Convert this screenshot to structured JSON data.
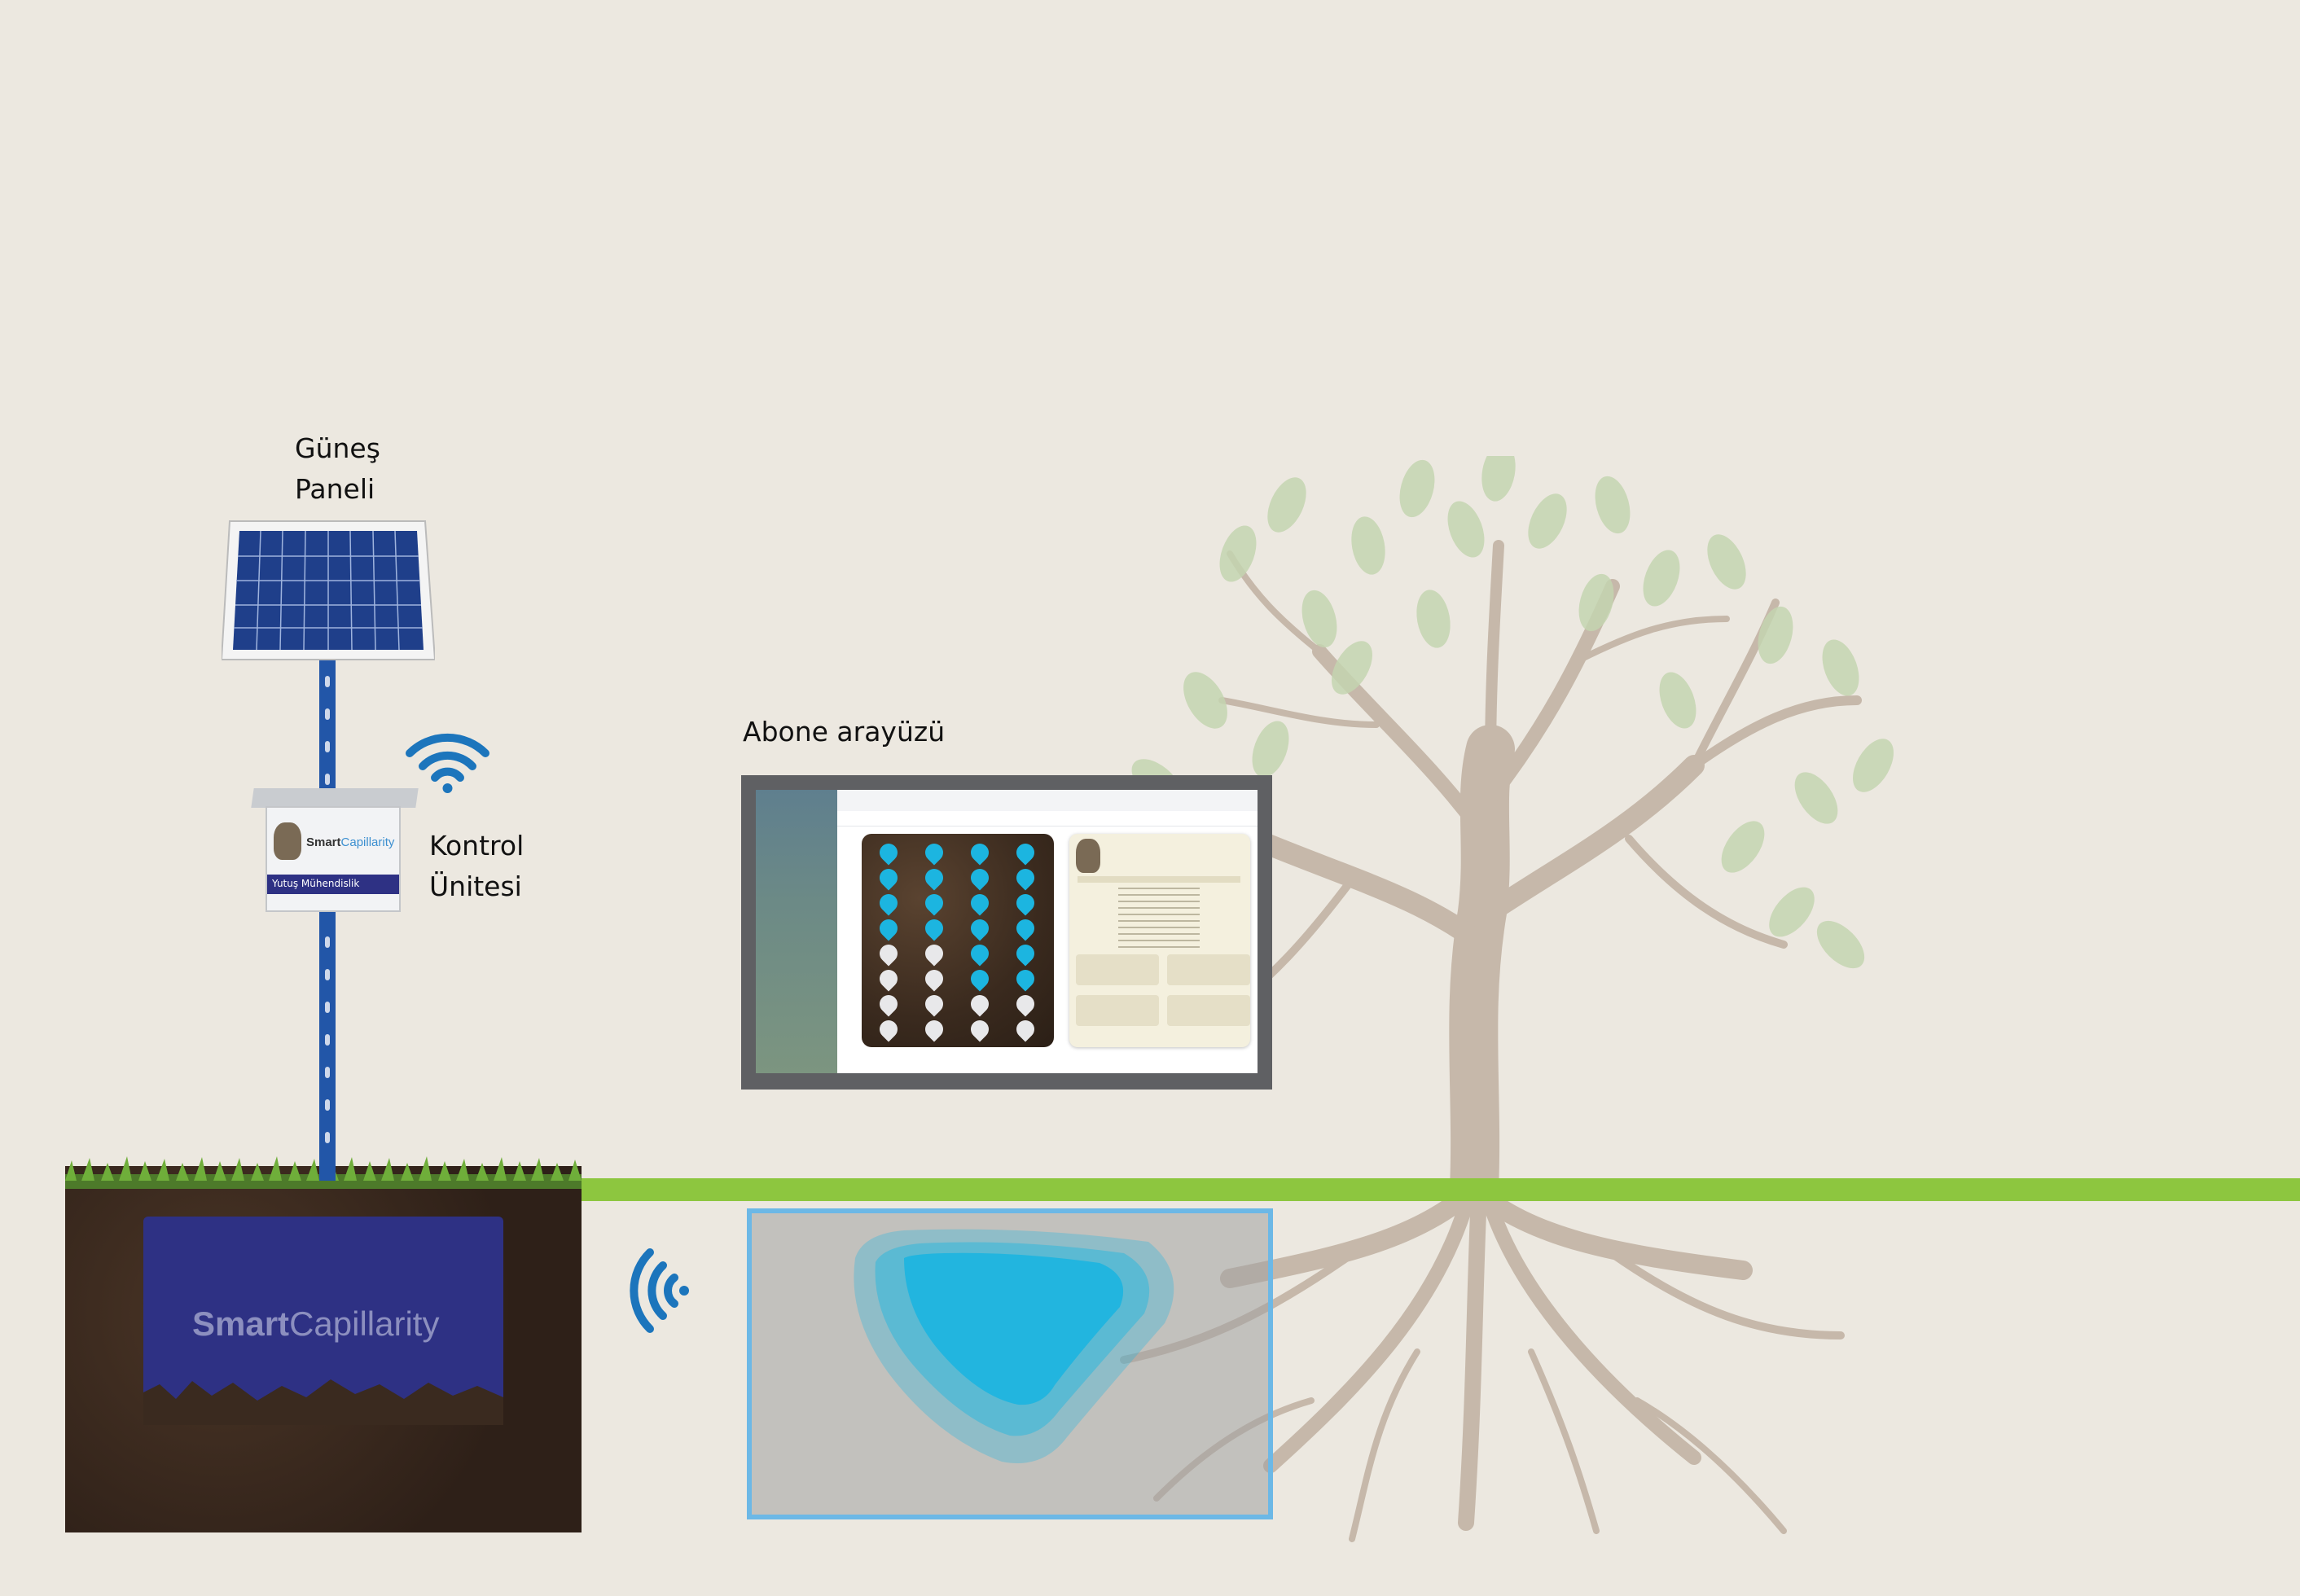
{
  "labels": {
    "solar_panel": "Güneş Paneli",
    "control_unit": "Kontrol Ünitesi",
    "subscriber_ui": "Abone arayüzü"
  },
  "brand": {
    "name_bold": "Smart",
    "name_light": "Capillarity",
    "maker": "Yutuş Mühendislik"
  },
  "icons": {
    "upper_wireless": "wifi-icon",
    "lower_wireless": "wireless-signal-icon"
  },
  "colors": {
    "background": "#ECE8E0",
    "ground_line": "#8DC63F",
    "soil": "#3B2A1F",
    "sensor_box": "#2E3184",
    "wifi_blue": "#1C75BC",
    "water_blue": "#1CB5E0",
    "tree_trunk": "#C6B8AA",
    "leaf_green": "#C5D5B0"
  }
}
